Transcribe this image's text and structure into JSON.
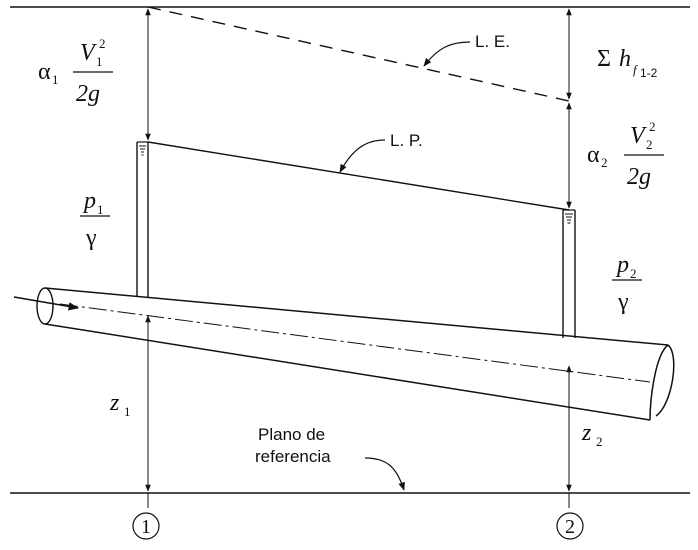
{
  "labels": {
    "energy_line": "L. E.",
    "piezometric_line": "L. P.",
    "datum_line": "Plano de\nreferencia",
    "section_1": "1",
    "section_2": "2"
  },
  "symbols": {
    "alpha": "α",
    "gamma": "γ",
    "sigma": "Σ",
    "two_g": "2g",
    "sub_1": "1",
    "sub_2": "2",
    "V": "V",
    "p": "p",
    "z": "z",
    "h": "h",
    "f": "f",
    "range_1_2": "1-2",
    "squared": "2"
  }
}
